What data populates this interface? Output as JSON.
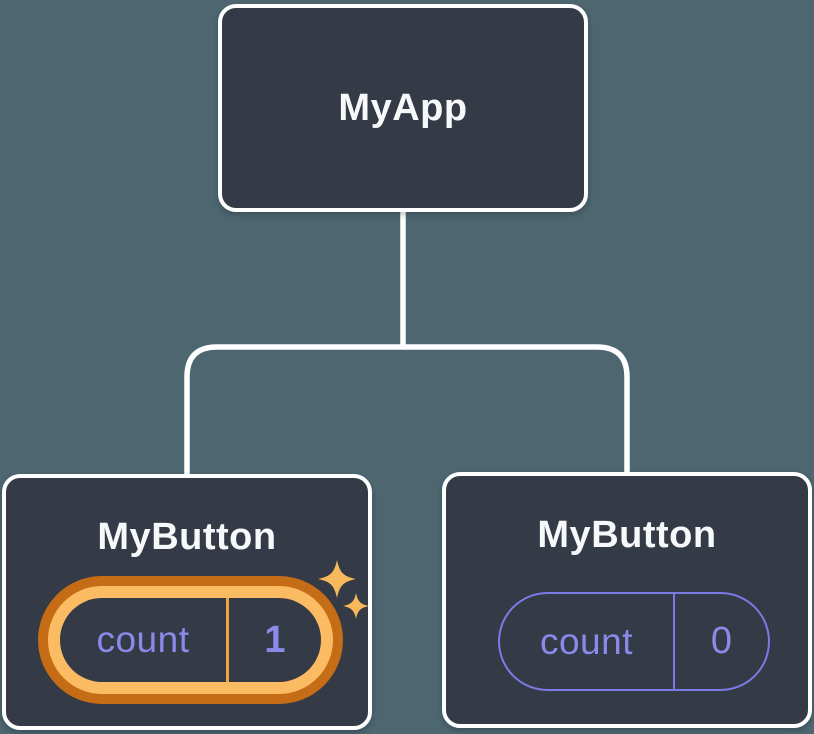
{
  "illustration": {
    "description": "component tree diagram",
    "root_node": {
      "label": "MyApp"
    },
    "child_nodes": [
      {
        "label": "MyButton",
        "state": {
          "name": "count",
          "value": "1"
        },
        "highlighted": true
      },
      {
        "label": "MyButton",
        "state": {
          "name": "count",
          "value": "0"
        },
        "highlighted": false
      }
    ],
    "icons": [
      {
        "name": "sparkle-icon-large"
      },
      {
        "name": "sparkle-icon-small"
      }
    ],
    "colors": {
      "canvas_bg": "#4D6670",
      "node_fill": "#343A46",
      "node_border": "#FFFFFF",
      "connector": "#FFFFFF",
      "title_text": "#F7F8FA",
      "state_text": "#8B89E9",
      "state_border": "#7C7AE4",
      "highlight_outer": "#C56C16",
      "highlight_inner": "#FABB63",
      "highlight_divider": "#F0A441",
      "sparkle": "#F8B85C"
    }
  }
}
